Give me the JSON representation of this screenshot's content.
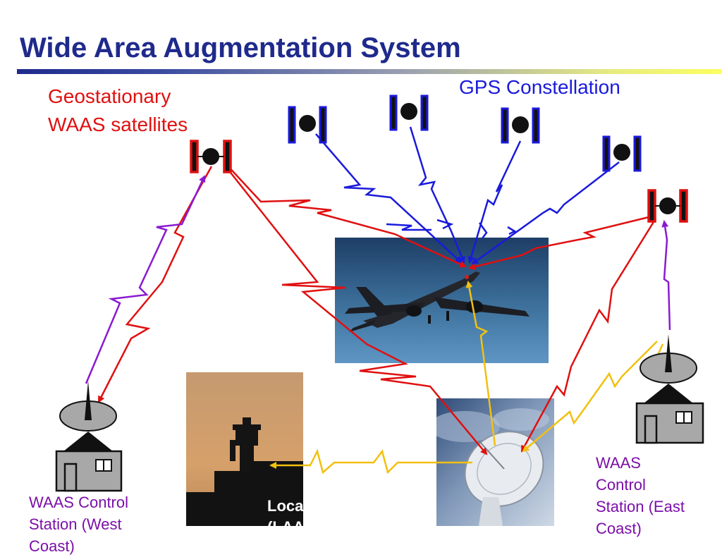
{
  "title": "Wide Area Augmentation System",
  "labels": {
    "geostationary_line1": "Geostationary",
    "geostationary_line2": "WAAS satellites",
    "gps": "GPS Constellation",
    "west_station_line1": "WAAS Control",
    "west_station_line2": "Station (West",
    "west_station_line3": "Coast)",
    "east_station_line1": "WAAS",
    "east_station_line2": "Control",
    "east_station_line3": "Station (East",
    "east_station_line4": "Coast)",
    "laas_line1": "Local Area System",
    "laas_line2": "(LAAS)"
  },
  "colors": {
    "title": "#1f2a8c",
    "waas_link": "#e01010",
    "gps_link": "#1a1adc",
    "uplink": "#8a1ad0",
    "ground_link": "#f2c010",
    "station_label": "#7b0fa8"
  },
  "icons": [
    "gps-satellite-icon",
    "waas-satellite-icon",
    "control-station-icon",
    "airplane-photo",
    "tower-photo",
    "dish-photo"
  ]
}
